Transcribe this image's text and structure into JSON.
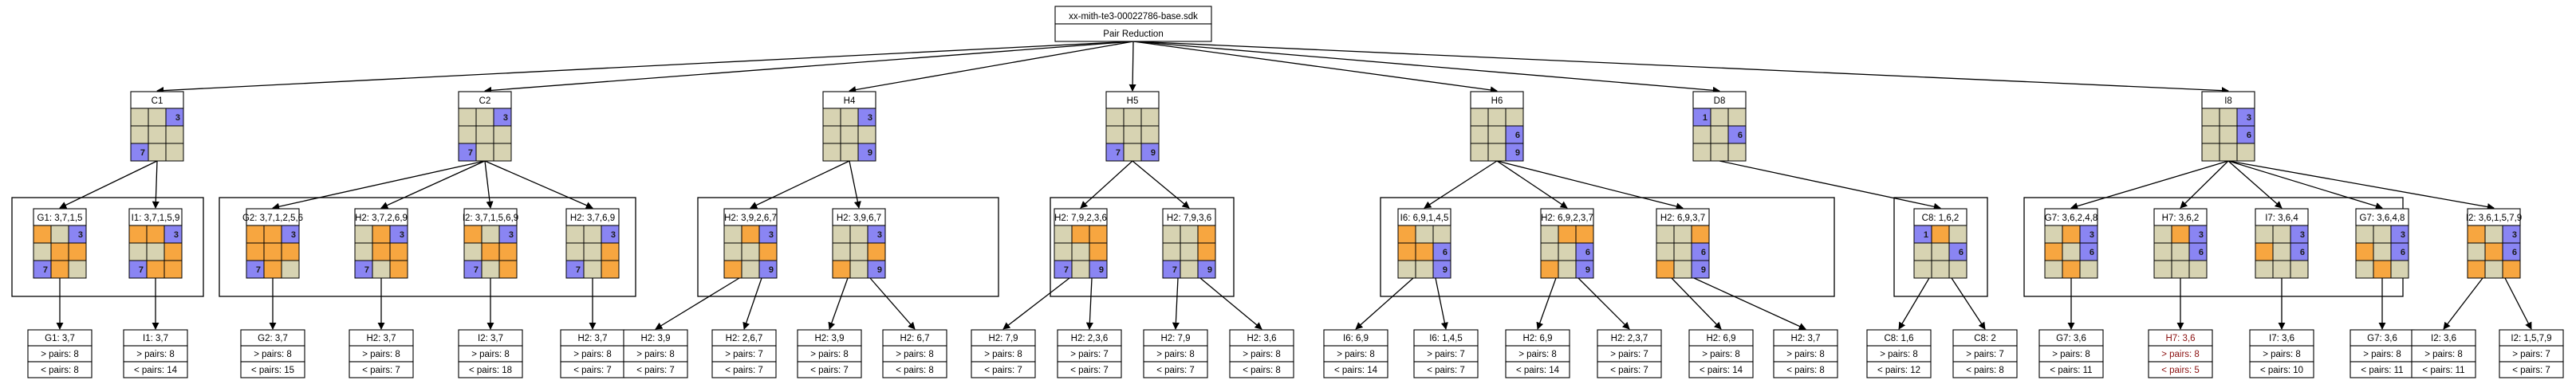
{
  "colors": {
    "beige": "#d7d3b2",
    "orange": "#f7a640",
    "blue": "#8a85f3",
    "red": "#c81c1c",
    "white": "#ffffff"
  },
  "root": {
    "title": "xx-mith-te3-00022786-base.sdk",
    "subtitle": "Pair Reduction"
  },
  "columns": [
    {
      "id": "C1",
      "label": "C1",
      "cells": [
        "b",
        "b",
        "B:3",
        "b",
        "b",
        "b",
        "B:7",
        "b",
        "b"
      ],
      "children": [
        {
          "label": "G1: 3,7,1,5",
          "cells": [
            "o",
            "b",
            "B:3",
            "b",
            "o",
            "o",
            "B:7",
            "o",
            "b"
          ],
          "leaf": {
            "label": "G1: 3,7",
            "lines": [
              "> pairs: 8",
              "< pairs: 8"
            ]
          }
        },
        {
          "label": "I1: 3,7,1,5,9",
          "cells": [
            "o",
            "o",
            "B:3",
            "b",
            "b",
            "o",
            "B:7",
            "o",
            "o"
          ],
          "leaf": {
            "label": "I1: 3,7",
            "lines": [
              "> pairs: 8",
              "< pairs: 14"
            ]
          }
        }
      ]
    },
    {
      "id": "C2",
      "label": "C2",
      "cells": [
        "b",
        "b",
        "B:3",
        "b",
        "b",
        "b",
        "B:7",
        "b",
        "b"
      ],
      "children": [
        {
          "label": "G2: 3,7,1,2,5,6",
          "cells": [
            "o",
            "o",
            "B:3",
            "o",
            "o",
            "o",
            "B:7",
            "o",
            "b"
          ],
          "leaf": {
            "label": "G2: 3,7",
            "lines": [
              "> pairs: 8",
              "< pairs: 15"
            ]
          }
        },
        {
          "label": "H2: 3,7,2,6,9",
          "cells": [
            "b",
            "o",
            "B:3",
            "b",
            "o",
            "o",
            "B:7",
            "b",
            "o"
          ],
          "leaf": {
            "label": "H2: 3,7",
            "lines": [
              "> pairs: 8",
              "< pairs: 7"
            ]
          }
        },
        {
          "label": "I2: 3,7,1,5,6,9",
          "cells": [
            "o",
            "b",
            "B:3",
            "b",
            "o",
            "o",
            "B:7",
            "b",
            "o"
          ],
          "leaf": {
            "label": "I2: 3,7",
            "lines": [
              "> pairs: 8",
              "< pairs: 18"
            ]
          }
        },
        {
          "label": "H2: 3,7,6,9",
          "cells": [
            "b",
            "b",
            "B:3",
            "b",
            "b",
            "o",
            "B:7",
            "b",
            "o"
          ],
          "leaf": {
            "label": "H2: 3,7",
            "lines": [
              "> pairs: 8",
              "< pairs: 7"
            ]
          }
        }
      ]
    },
    {
      "id": "H4",
      "label": "H4",
      "cells": [
        "b",
        "b",
        "B:3",
        "b",
        "b",
        "b",
        "b",
        "b",
        "B:9"
      ],
      "children": [
        {
          "label": "H2: 3,9,2,6,7",
          "cells": [
            "b",
            "o",
            "B:3",
            "b",
            "b",
            "o",
            "o",
            "b",
            "B:9"
          ],
          "leaf": {
            "label": "H2: 3,9",
            "lines": [
              "> pairs: 8",
              "< pairs: 7"
            ]
          },
          "leaf2": {
            "label": "H2: 2,6,7",
            "lines": [
              "> pairs: 7",
              "< pairs: 7"
            ]
          }
        },
        {
          "label": "H2: 3,9,6,7",
          "cells": [
            "b",
            "b",
            "B:3",
            "b",
            "b",
            "o",
            "o",
            "b",
            "B:9"
          ],
          "leaf": {
            "label": "H2: 3,9",
            "lines": [
              "> pairs: 8",
              "< pairs: 7"
            ]
          },
          "leaf2": {
            "label": "H2: 6,7",
            "lines": [
              "> pairs: 8",
              "< pairs: 8"
            ]
          }
        }
      ]
    },
    {
      "id": "H5",
      "label": "H5",
      "cells": [
        "b",
        "b",
        "b",
        "b",
        "b",
        "b",
        "B:7",
        "b",
        "B:9"
      ],
      "children": [
        {
          "label": "H2: 7,9,2,3,6",
          "cells": [
            "b",
            "o",
            "o",
            "b",
            "b",
            "o",
            "B:7",
            "b",
            "B:9"
          ],
          "leaf": {
            "label": "H2: 7,9",
            "lines": [
              "> pairs: 8",
              "< pairs: 7"
            ]
          },
          "leaf2": {
            "label": "H2: 2,3,6",
            "lines": [
              "> pairs: 7",
              "< pairs: 7"
            ]
          }
        },
        {
          "label": "H2: 7,9,3,6",
          "cells": [
            "b",
            "b",
            "o",
            "b",
            "b",
            "o",
            "B:7",
            "b",
            "B:9"
          ],
          "leaf": {
            "label": "H2: 7,9",
            "lines": [
              "> pairs: 8",
              "< pairs: 7"
            ]
          },
          "leaf2": {
            "label": "H2: 3,6",
            "lines": [
              "> pairs: 8",
              "< pairs: 8"
            ]
          }
        }
      ]
    },
    {
      "id": "H6",
      "label": "H6",
      "cells": [
        "b",
        "b",
        "b",
        "b",
        "b",
        "B:6",
        "b",
        "b",
        "B:9"
      ],
      "children": [
        {
          "label": "I6: 6,9,1,4,5",
          "cells": [
            "o",
            "b",
            "b",
            "o",
            "o",
            "B:6",
            "b",
            "b",
            "B:9"
          ],
          "leaf": {
            "label": "I6: 6,9",
            "lines": [
              "> pairs: 8",
              "< pairs: 14"
            ]
          },
          "leaf2": {
            "label": "I6: 1,4,5",
            "lines": [
              "> pairs: 7",
              "< pairs: 7"
            ]
          }
        },
        {
          "label": "H2: 6,9,2,3,7",
          "cells": [
            "b",
            "o",
            "o",
            "b",
            "b",
            "B:6",
            "o",
            "b",
            "B:9"
          ],
          "leaf": {
            "label": "H2: 6,9",
            "lines": [
              "> pairs: 8",
              "< pairs: 14"
            ]
          },
          "leaf2": {
            "label": "H2: 2,3,7",
            "lines": [
              "> pairs: 7",
              "< pairs: 7"
            ]
          }
        },
        {
          "label": "H2: 6,9,3,7",
          "cells": [
            "b",
            "b",
            "o",
            "b",
            "b",
            "B:6",
            "o",
            "b",
            "B:9"
          ],
          "leaf": {
            "label": "H2: 6,9",
            "lines": [
              "> pairs: 8",
              "< pairs: 14"
            ]
          },
          "leaf2": {
            "label": "H2: 3,7",
            "lines": [
              "> pairs: 8",
              "< pairs: 8"
            ]
          }
        }
      ]
    },
    {
      "id": "D8",
      "label": "D8",
      "cells": [
        "B:1",
        "b",
        "b",
        "b",
        "b",
        "B:6",
        "b",
        "b",
        "b"
      ],
      "children": [
        {
          "label": "C8: 1,6,2",
          "cells": [
            "B:1",
            "o",
            "b",
            "b",
            "b",
            "B:6",
            "b",
            "b",
            "b"
          ],
          "leaf": {
            "label": "C8: 1,6",
            "lines": [
              "> pairs: 8",
              "< pairs: 12"
            ]
          },
          "leaf2": {
            "label": "C8: 2",
            "lines": [
              "> pairs: 7",
              "< pairs: 8"
            ]
          }
        }
      ]
    },
    {
      "id": "I8",
      "label": "I8",
      "cells": [
        "b",
        "b",
        "B:3",
        "b",
        "b",
        "B:6",
        "b",
        "b",
        "b"
      ],
      "children": [
        {
          "label": "G7: 3,6,2,4,8",
          "cells": [
            "b",
            "o",
            "B:3",
            "o",
            "b",
            "B:6",
            "b",
            "o",
            "b"
          ],
          "leaf": {
            "label": "G7: 3,6",
            "lines": [
              "> pairs: 8",
              "< pairs: 11"
            ]
          }
        },
        {
          "label": "H7: 3,6,2",
          "cells": [
            "b",
            "o",
            "B:3",
            "b",
            "b",
            "B:6",
            "b",
            "b",
            "b"
          ],
          "leaf": {
            "label": "H7: 3,6",
            "lines": [
              "> pairs: 8",
              "< pairs: 5"
            ],
            "fail": true
          }
        },
        {
          "label": "I7: 3,6,4",
          "cells": [
            "b",
            "b",
            "B:3",
            "o",
            "b",
            "B:6",
            "b",
            "b",
            "b"
          ],
          "leaf": {
            "label": "I7: 3,6",
            "lines": [
              "> pairs: 8",
              "< pairs: 10"
            ]
          }
        },
        {
          "label": "G7: 3,6,4,8",
          "cells": [
            "b",
            "b",
            "B:3",
            "o",
            "b",
            "B:6",
            "b",
            "o",
            "b"
          ],
          "leaf": {
            "label": "G7: 3,6",
            "lines": [
              "> pairs: 8",
              "< pairs: 11"
            ]
          }
        },
        {
          "label": "I2: 3,6,1,5,7,9",
          "cells": [
            "o",
            "b",
            "B:3",
            "b",
            "o",
            "B:6",
            "o",
            "b",
            "o"
          ],
          "leaf": {
            "label": "I2: 3,6",
            "lines": [
              "> pairs: 8",
              "< pairs: 11"
            ]
          },
          "leaf2": {
            "label": "I2: 1,5,7,9",
            "lines": [
              "> pairs: 7",
              "< pairs: 7"
            ]
          }
        }
      ]
    }
  ]
}
